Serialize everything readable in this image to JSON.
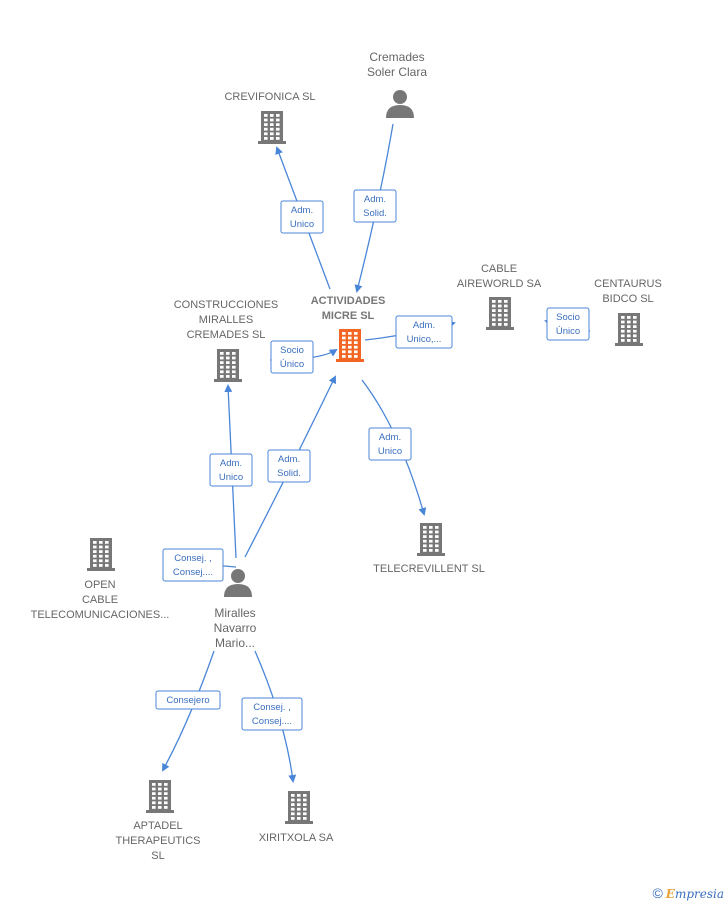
{
  "nodes": [
    {
      "id": "actividades",
      "type": "company",
      "highlight": true,
      "lines": [
        "ACTIVIDADES",
        "MICRE  SL"
      ]
    },
    {
      "id": "crevifonica",
      "type": "company",
      "lines": [
        "CREVIFONICA SL"
      ]
    },
    {
      "id": "cremades",
      "type": "person",
      "lines": [
        "Cremades",
        "Soler Clara"
      ]
    },
    {
      "id": "construcciones",
      "type": "company",
      "lines": [
        "CONSTRUCCIONES",
        "MIRALLES",
        "CREMADES  SL"
      ]
    },
    {
      "id": "cable",
      "type": "company",
      "lines": [
        "CABLE",
        "AIREWORLD SA"
      ]
    },
    {
      "id": "centaurus",
      "type": "company",
      "lines": [
        "CENTAURUS",
        "BIDCO  SL"
      ]
    },
    {
      "id": "telecrevillent",
      "type": "company",
      "lines": [
        "TELECREVILLENT SL"
      ]
    },
    {
      "id": "opencable",
      "type": "company",
      "lines": [
        "OPEN",
        "CABLE",
        "TELECOMUNICACIONES..."
      ]
    },
    {
      "id": "miralles",
      "type": "person",
      "lines": [
        "Miralles",
        "Navarro",
        "Mario..."
      ]
    },
    {
      "id": "aptadel",
      "type": "company",
      "lines": [
        "APTADEL",
        "THERAPEUTICS",
        "SL"
      ]
    },
    {
      "id": "xiritxola",
      "type": "company",
      "lines": [
        "XIRITXOLA SA"
      ]
    }
  ],
  "edges": [
    {
      "id": "e1",
      "from": "actividades",
      "to": "crevifonica",
      "lines": [
        "Adm.",
        "Unico"
      ]
    },
    {
      "id": "e2",
      "from": "cremades",
      "to": "actividades",
      "lines": [
        "Adm.",
        "Solid."
      ]
    },
    {
      "id": "e3",
      "from": "actividades",
      "to": "cable",
      "lines": [
        "Adm.",
        "Unico,..."
      ]
    },
    {
      "id": "e4",
      "from": "centaurus",
      "to": "cable",
      "lines": [
        "Socio",
        "Único"
      ]
    },
    {
      "id": "e5",
      "from": "construcciones",
      "to": "actividades",
      "lines": [
        "Socio",
        "Único"
      ]
    },
    {
      "id": "e6",
      "from": "actividades",
      "to": "telecrevillent",
      "lines": [
        "Adm.",
        "Unico"
      ]
    },
    {
      "id": "e7",
      "from": "miralles",
      "to": "construcciones",
      "lines": [
        "Adm.",
        "Unico"
      ]
    },
    {
      "id": "e8",
      "from": "miralles",
      "to": "actividades",
      "lines": [
        "Adm.",
        "Solid."
      ]
    },
    {
      "id": "e9",
      "from": "miralles",
      "to": "opencable",
      "lines": [
        "Consej. ,",
        "Consej...."
      ]
    },
    {
      "id": "e10",
      "from": "miralles",
      "to": "aptadel",
      "lines": [
        "Consejero"
      ]
    },
    {
      "id": "e11",
      "from": "miralles",
      "to": "xiritxola",
      "lines": [
        "Consej. ,",
        "Consej...."
      ]
    }
  ],
  "colors": {
    "edge": "#4a86d8",
    "company": "#777777",
    "highlight": "#f26522",
    "person": "#777777"
  },
  "footer": {
    "copyright": "©",
    "brand_first": "E",
    "brand_rest": "mpresia"
  }
}
